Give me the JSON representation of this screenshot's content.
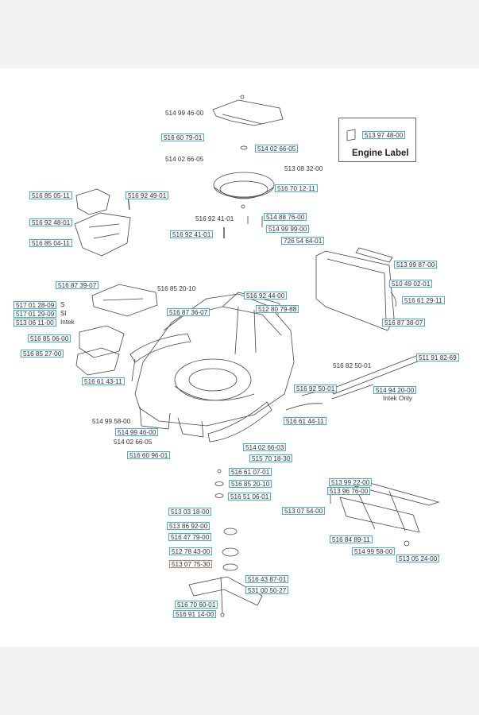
{
  "engine_label": {
    "title": "Engine Label",
    "part": "513 97 48-00"
  },
  "labels": [
    {
      "id": "l01",
      "text": "514 99 46-00",
      "boxed": false
    },
    {
      "id": "l02",
      "text": "516 60 79-01",
      "boxed": true
    },
    {
      "id": "l03",
      "text": "514 02 66-05",
      "boxed": true
    },
    {
      "id": "l04",
      "text": "514 02 66-05",
      "boxed": false
    },
    {
      "id": "l05",
      "text": "513 08 32-00",
      "boxed": false
    },
    {
      "id": "l06",
      "text": "516 70 12-11",
      "boxed": true
    },
    {
      "id": "l07",
      "text": "516 85 05-11",
      "boxed": true
    },
    {
      "id": "l08",
      "text": "516 92 49-01",
      "boxed": true
    },
    {
      "id": "l09",
      "text": "516 92 48-01",
      "boxed": true
    },
    {
      "id": "l10",
      "text": "516 85 04-11",
      "boxed": true
    },
    {
      "id": "l11",
      "text": "516 92 41-01",
      "boxed": false
    },
    {
      "id": "l12",
      "text": "514 88 76-00",
      "boxed": true
    },
    {
      "id": "l13",
      "text": "514 99 99-00",
      "boxed": true
    },
    {
      "id": "l14",
      "text": "516 92 41-01",
      "boxed": true
    },
    {
      "id": "l15",
      "text": "726 54 64-01",
      "boxed": true
    },
    {
      "id": "l16",
      "text": "513 99 87-00",
      "boxed": true
    },
    {
      "id": "l17",
      "text": "516 87 39-07",
      "boxed": true
    },
    {
      "id": "l18",
      "text": "516 85 20-10",
      "boxed": false
    },
    {
      "id": "l19",
      "text": "516 92 44-00",
      "boxed": true
    },
    {
      "id": "l20",
      "text": "510 49 02-01",
      "boxed": true
    },
    {
      "id": "l21",
      "text": "517 01 28-09",
      "boxed": true
    },
    {
      "id": "l22",
      "text": "517 01 29-09",
      "boxed": true
    },
    {
      "id": "l23",
      "text": "513 06 11-00",
      "boxed": true
    },
    {
      "id": "l24",
      "text": "516 87 36-07",
      "boxed": true
    },
    {
      "id": "l25",
      "text": "512 80 79-88",
      "boxed": true
    },
    {
      "id": "l26",
      "text": "516 61 29-11",
      "boxed": true
    },
    {
      "id": "l27",
      "text": "516 87 38-07",
      "boxed": true
    },
    {
      "id": "l28",
      "text": "516 85 06-00",
      "boxed": true
    },
    {
      "id": "l29",
      "text": "516 85 27-00",
      "boxed": true
    },
    {
      "id": "l30",
      "text": "511 91 82-69",
      "boxed": true
    },
    {
      "id": "l31",
      "text": "516 82 50-01",
      "boxed": false
    },
    {
      "id": "l32",
      "text": "516 61 43-11",
      "boxed": true
    },
    {
      "id": "l33",
      "text": "516 92 50-01",
      "boxed": true
    },
    {
      "id": "l34",
      "text": "514 94 20-00",
      "boxed": true
    },
    {
      "id": "l35",
      "text": "514 99 58-00",
      "boxed": false
    },
    {
      "id": "l36",
      "text": "516 61 44-11",
      "boxed": true
    },
    {
      "id": "l37",
      "text": "514 99 46-00",
      "boxed": true
    },
    {
      "id": "l38",
      "text": "514 02 66-05",
      "boxed": false
    },
    {
      "id": "l39",
      "text": "514 02 66-03",
      "boxed": true
    },
    {
      "id": "l40",
      "text": "516 60 96-01",
      "boxed": true
    },
    {
      "id": "l41",
      "text": "515 70 18-30",
      "boxed": true
    },
    {
      "id": "l42",
      "text": "516 61 07-01",
      "boxed": true
    },
    {
      "id": "l43",
      "text": "516 85 20-10",
      "boxed": true
    },
    {
      "id": "l44",
      "text": "516 51 06-01",
      "boxed": true
    },
    {
      "id": "l45",
      "text": "513 99 22-00",
      "boxed": true
    },
    {
      "id": "l46",
      "text": "513 96 76-00",
      "boxed": true
    },
    {
      "id": "l47",
      "text": "513 03 18-00",
      "boxed": true
    },
    {
      "id": "l48",
      "text": "513 07 54-00",
      "boxed": true
    },
    {
      "id": "l49",
      "text": "513 86 92-00",
      "boxed": true
    },
    {
      "id": "l50",
      "text": "516 47 79-00",
      "boxed": true
    },
    {
      "id": "l51",
      "text": "516 84 89-11",
      "boxed": true
    },
    {
      "id": "l52",
      "text": "512 78 43-00",
      "boxed": true
    },
    {
      "id": "l53",
      "text": "514 99 58-00",
      "boxed": true
    },
    {
      "id": "l54",
      "text": "513 05 24-00",
      "boxed": true
    },
    {
      "id": "l55",
      "text": "513 07 75-30",
      "boxed": true,
      "selected": true
    },
    {
      "id": "l56",
      "text": "516 43 87-01",
      "boxed": true
    },
    {
      "id": "l57",
      "text": "531 00 50-27",
      "boxed": true
    },
    {
      "id": "l58",
      "text": "516 70 60-01",
      "boxed": true
    },
    {
      "id": "l59",
      "text": "516 91 14-00",
      "boxed": true
    }
  ],
  "notes": [
    {
      "id": "n1",
      "text": "S"
    },
    {
      "id": "n2",
      "text": "SI"
    },
    {
      "id": "n3",
      "text": "Intek"
    },
    {
      "id": "n4",
      "text": "Intek Only"
    }
  ],
  "colors": {
    "label_border": "#3fb3cc",
    "selected_border": "#e0774f",
    "line": "#444444",
    "page_margin": "#f2f2f2"
  }
}
